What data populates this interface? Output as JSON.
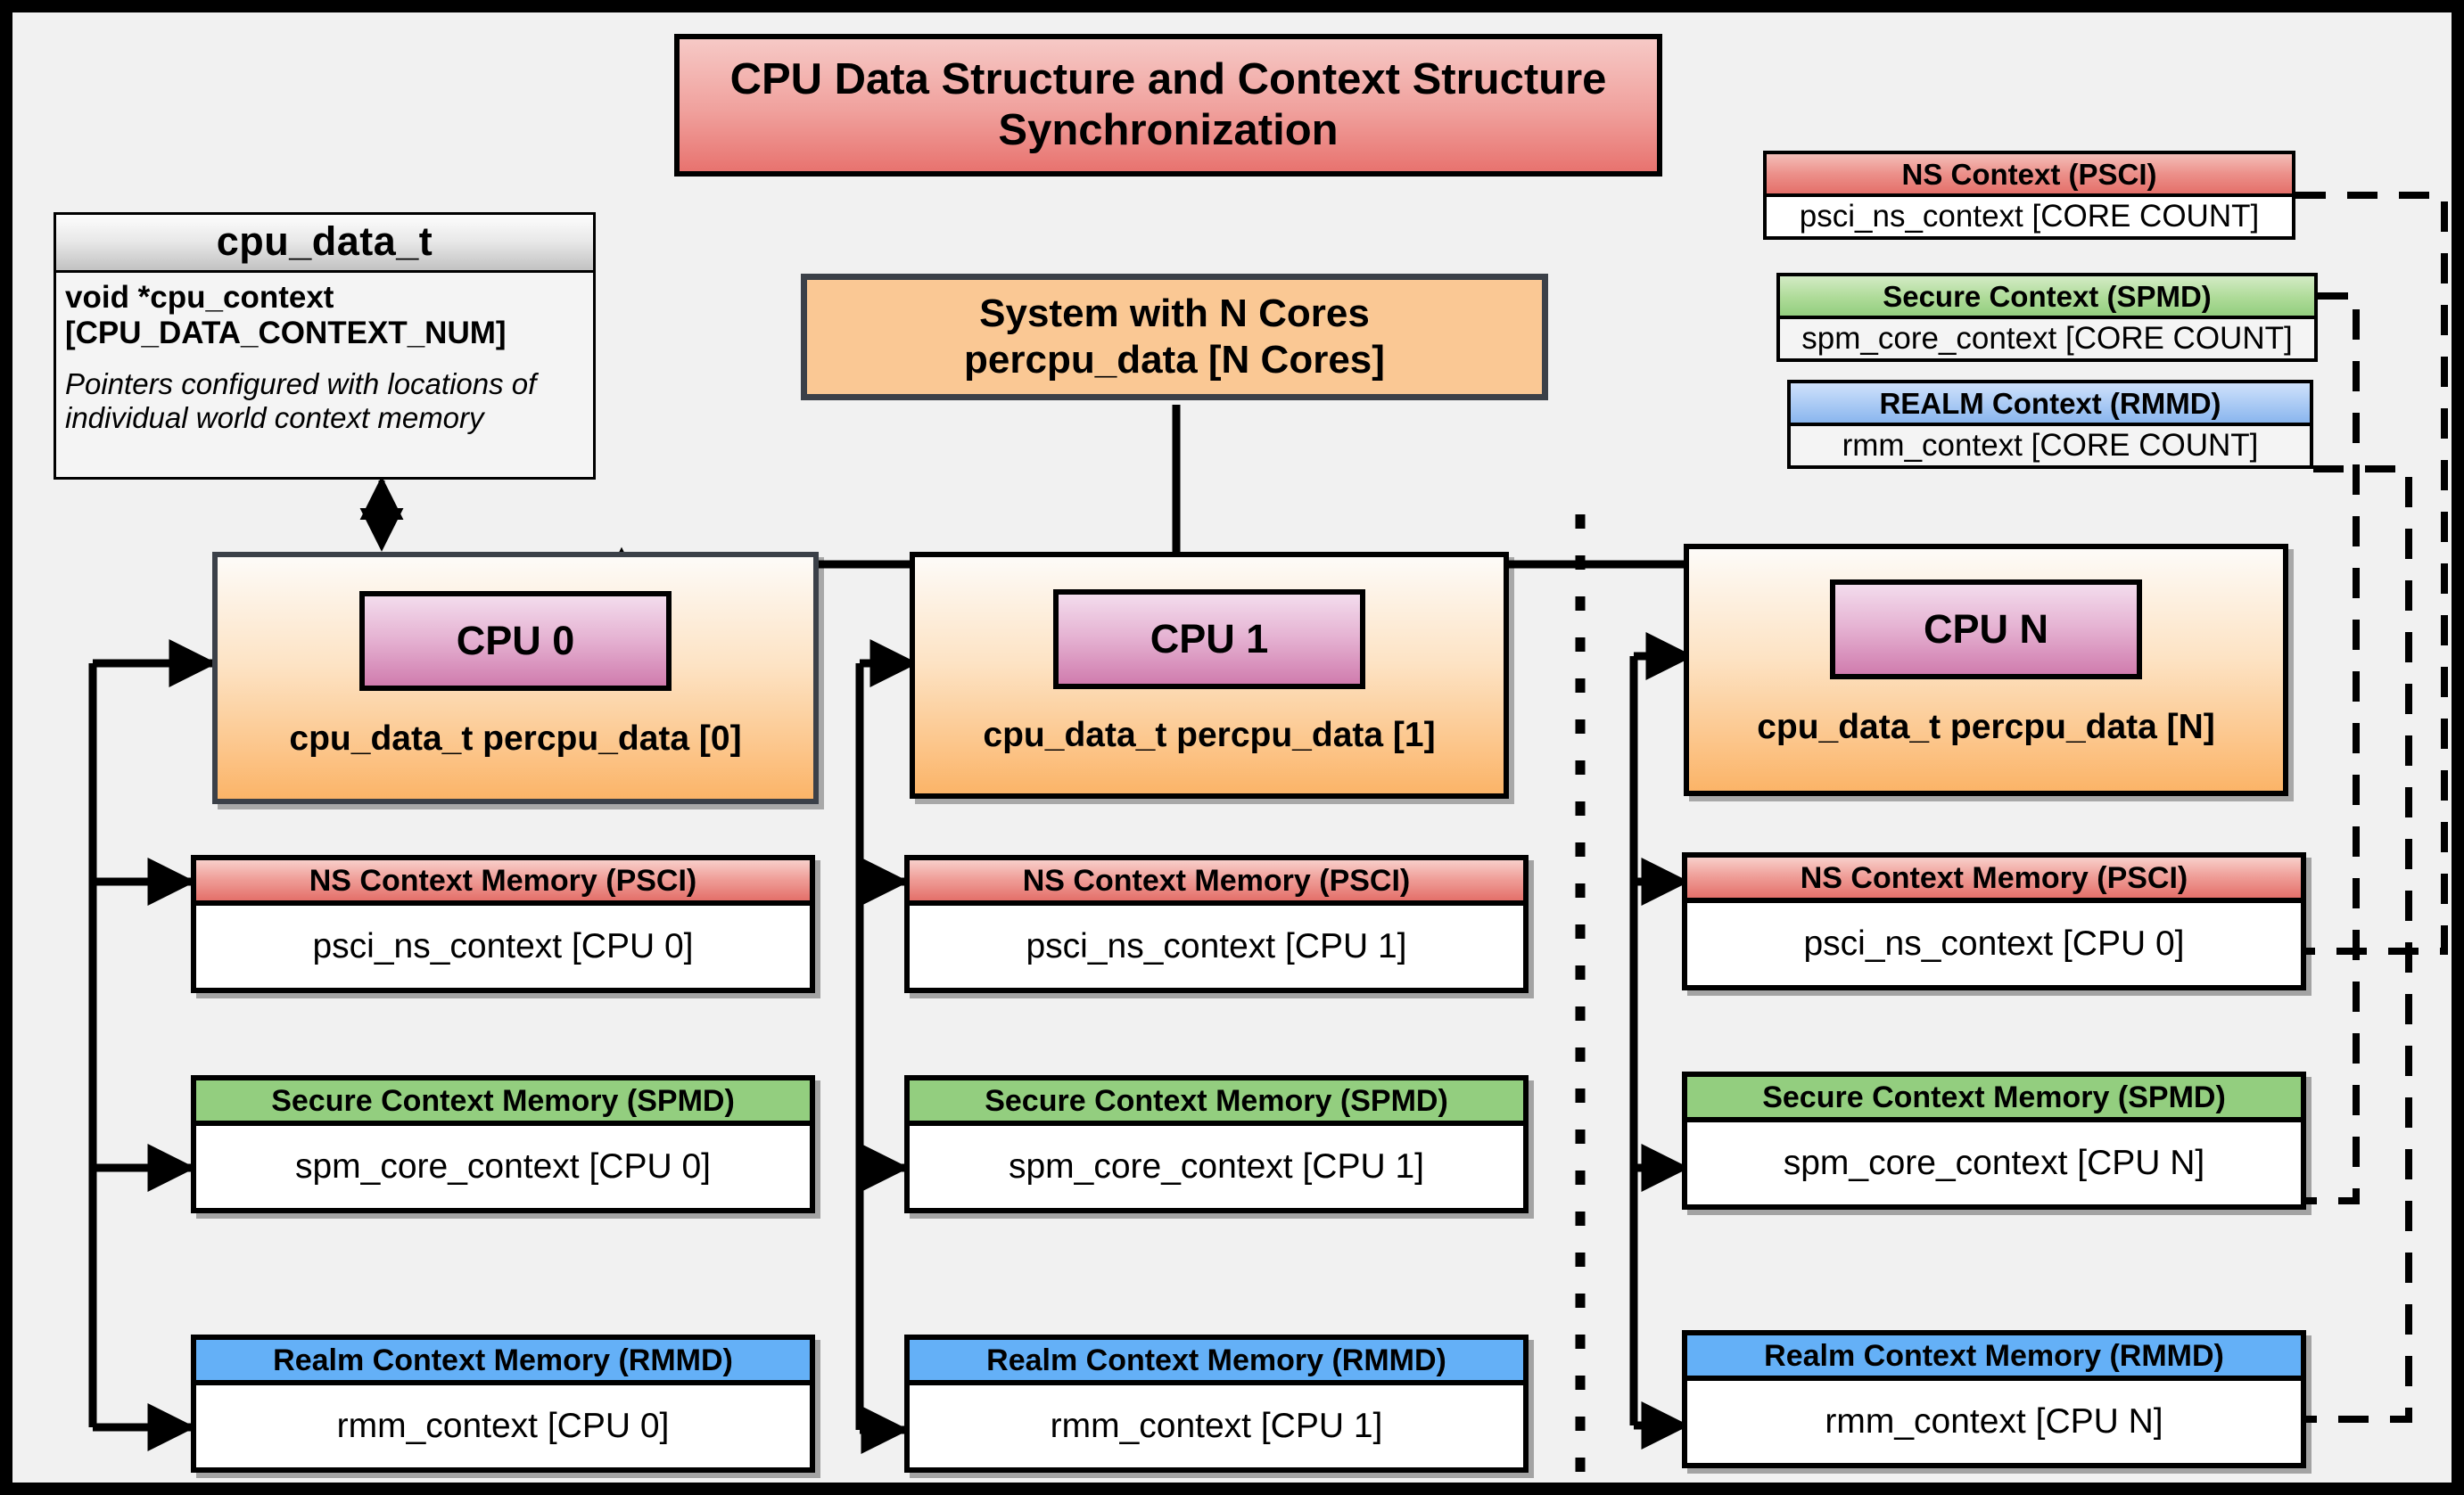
{
  "page": {
    "title": "CPU Data Structure and Context Structure Synchronization",
    "background_color": "#f1f1f1",
    "border_color": "#000000"
  },
  "title_box": {
    "text": "CPU Data Structure and Context Structure Synchronization",
    "fill_top": "#f6c9c6",
    "fill_bottom": "#e8736f"
  },
  "struct_box": {
    "header": "cpu_data_t",
    "field": "void  *cpu_context [CPU_DATA_CONTEXT_NUM]",
    "note": "Pointers configured with locations of individual world context memory"
  },
  "system_box": {
    "line1": "System with N Cores",
    "line2": "percpu_data [N Cores]",
    "fill": "#fac894"
  },
  "context_definitions": [
    {
      "header": "NS Context  (PSCI)",
      "body": "psci_ns_context [CORE COUNT]",
      "color": "#e4706a"
    },
    {
      "header": "Secure Context (SPMD)",
      "body": "spm_core_context [CORE COUNT]",
      "color": "#93ce7f"
    },
    {
      "header": "REALM Context (RMMD)",
      "body": "rmm_context [CORE COUNT]",
      "color": "#8ab6ee"
    }
  ],
  "cpus": [
    {
      "chip": "CPU 0",
      "percpu": "cpu_data_t percpu_data [0]",
      "contexts": [
        {
          "header": "NS Context Memory (PSCI)",
          "body": "psci_ns_context [CPU 0]",
          "color": "#e4706a"
        },
        {
          "header": "Secure Context Memory (SPMD)",
          "body": "spm_core_context [CPU 0]",
          "color": "#93ce7f"
        },
        {
          "header": "Realm Context Memory (RMMD)",
          "body": "rmm_context [CPU 0]",
          "color": "#64b0f7"
        }
      ]
    },
    {
      "chip": "CPU 1",
      "percpu": "cpu_data_t percpu_data [1]",
      "contexts": [
        {
          "header": "NS Context Memory (PSCI)",
          "body": "psci_ns_context [CPU 1]",
          "color": "#e4706a"
        },
        {
          "header": "Secure Context Memory (SPMD)",
          "body": "spm_core_context [CPU 1]",
          "color": "#93ce7f"
        },
        {
          "header": "Realm Context Memory (RMMD)",
          "body": "rmm_context [CPU 1]",
          "color": "#64b0f7"
        }
      ]
    },
    {
      "chip": "CPU N",
      "percpu": "cpu_data_t percpu_data [N]",
      "contexts": [
        {
          "header": "NS Context Memory (PSCI)",
          "body": "psci_ns_context [CPU 0]",
          "color": "#e4706a"
        },
        {
          "header": "Secure Context Memory (SPMD)",
          "body": "spm_core_context [CPU N]",
          "color": "#93ce7f"
        },
        {
          "header": "Realm Context Memory (RMMD)",
          "body": "rmm_context [CPU N]",
          "color": "#64b0f7"
        }
      ]
    }
  ]
}
